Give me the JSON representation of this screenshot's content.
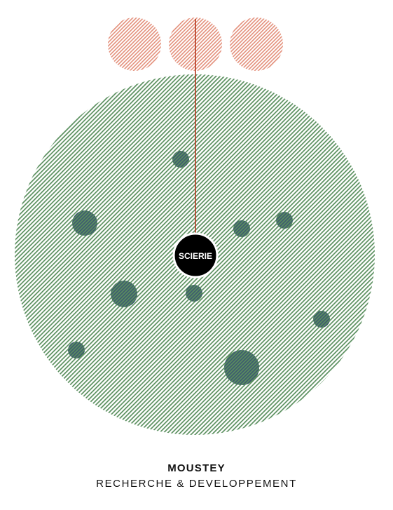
{
  "diagram": {
    "hub_label": "SCIERIE",
    "colors": {
      "forest": "#5a8f5e",
      "top_circles": "#e38f7a",
      "spots": "#3d5a70",
      "connector": "#b5361c",
      "hub_fill": "#000000",
      "hub_text": "#ffffff"
    }
  },
  "caption": {
    "title": "MOUSTEY",
    "subtitle": "RECHERCHE & DEVELOPPEMENT"
  }
}
